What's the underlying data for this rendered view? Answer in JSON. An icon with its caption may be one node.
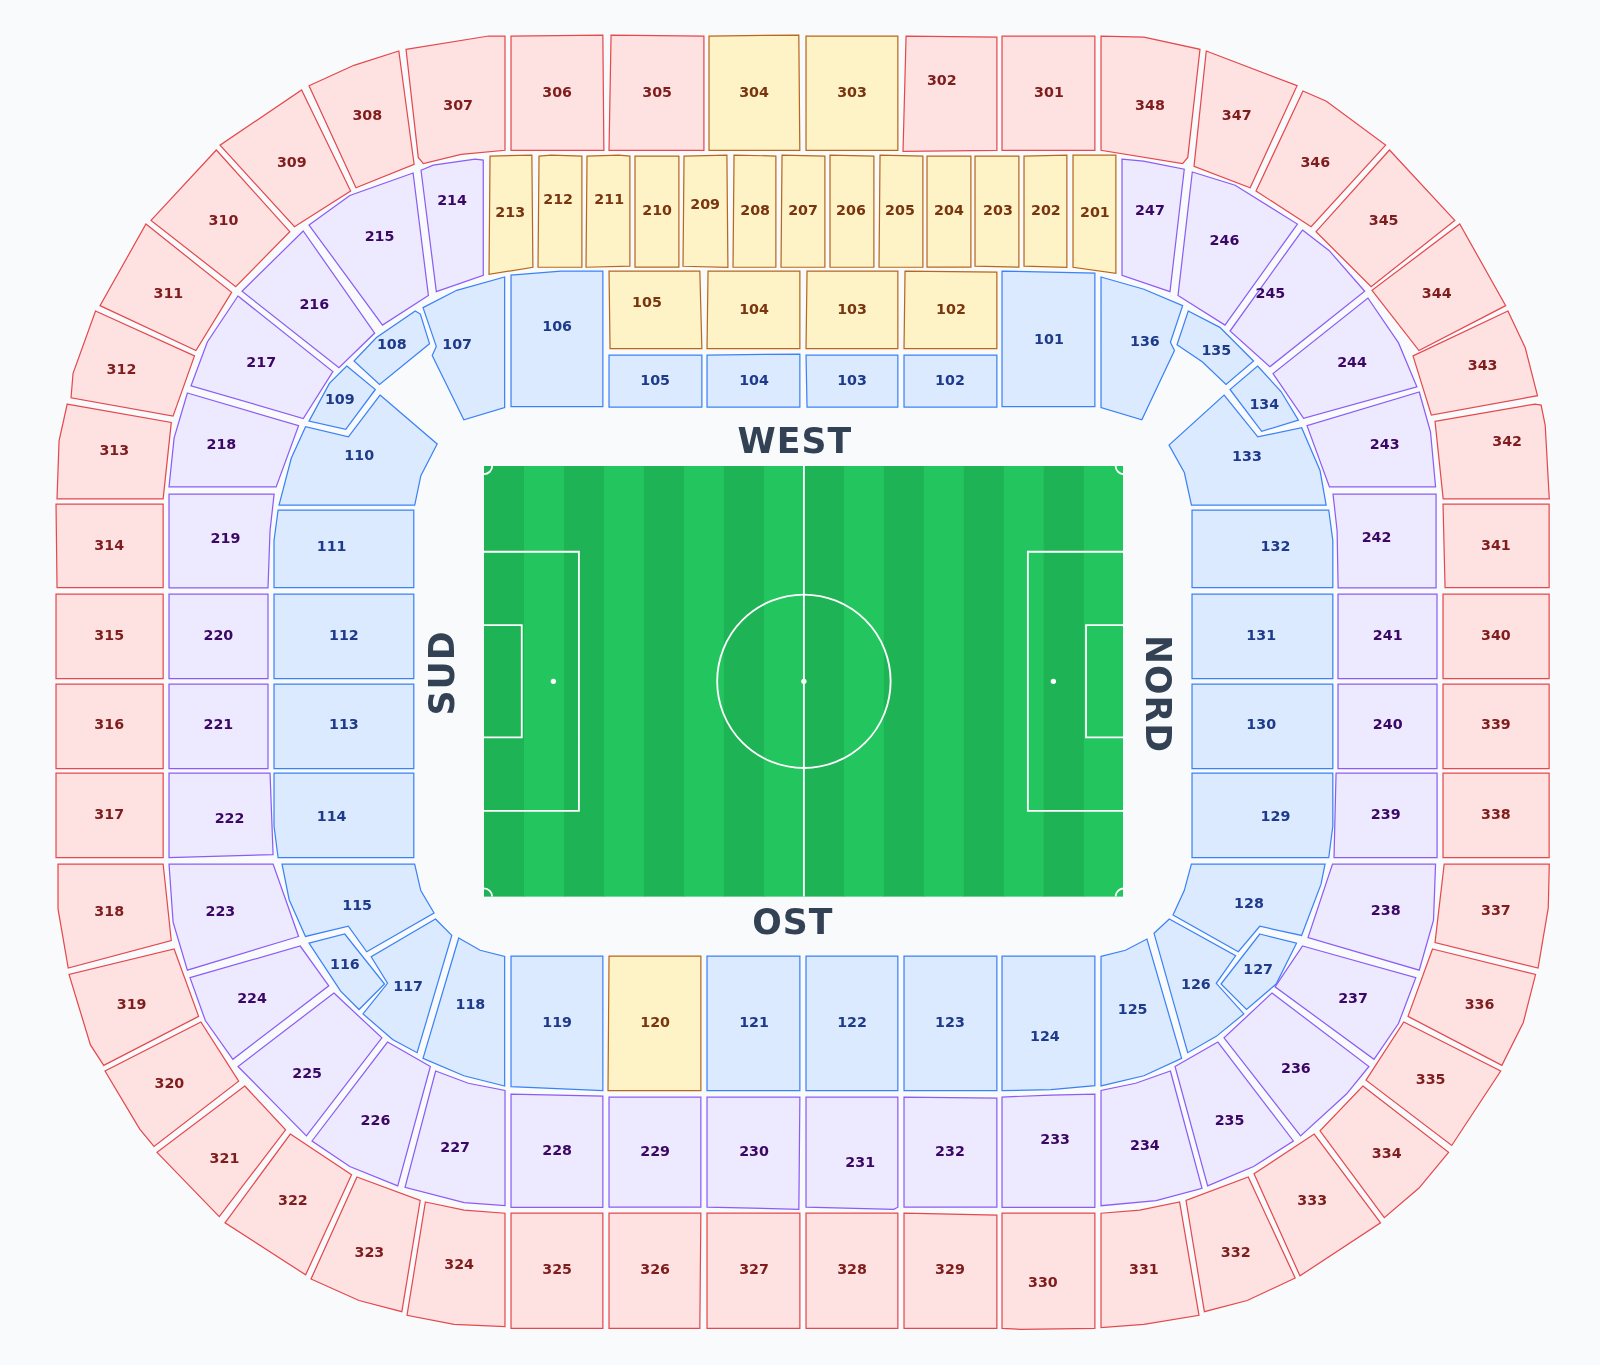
{
  "diagram": {
    "nodes": [
      {
        "text": [
          "101"
        ]
      },
      {
        "text": [
          "102"
        ]
      },
      {
        "text": [
          "102"
        ]
      },
      {
        "text": [
          "103"
        ]
      },
      {
        "text": [
          "103"
        ]
      },
      {
        "text": [
          "104"
        ]
      },
      {
        "text": [
          "104"
        ]
      },
      {
        "text": [
          "105"
        ]
      },
      {
        "text": [
          "105"
        ]
      },
      {
        "text": [
          "106"
        ]
      },
      {
        "text": [
          "107"
        ]
      },
      {
        "text": [
          "108"
        ]
      },
      {
        "text": [
          "109"
        ]
      },
      {
        "text": [
          "110"
        ]
      },
      {
        "text": [
          "111"
        ]
      },
      {
        "text": [
          "112"
        ]
      },
      {
        "text": [
          "113"
        ]
      },
      {
        "text": [
          "114"
        ]
      },
      {
        "text": [
          "115"
        ]
      },
      {
        "text": [
          "116"
        ]
      },
      {
        "text": [
          "117"
        ]
      },
      {
        "text": [
          "118"
        ]
      },
      {
        "text": [
          "119"
        ]
      },
      {
        "text": [
          "120"
        ]
      },
      {
        "text": [
          "121"
        ]
      },
      {
        "text": [
          "122"
        ]
      },
      {
        "text": [
          "123"
        ]
      },
      {
        "text": [
          "124"
        ]
      },
      {
        "text": [
          "125"
        ]
      },
      {
        "text": [
          "126"
        ]
      },
      {
        "text": [
          "127"
        ]
      },
      {
        "text": [
          "128"
        ]
      },
      {
        "text": [
          "129"
        ]
      },
      {
        "text": [
          "130"
        ]
      },
      {
        "text": [
          "131"
        ]
      },
      {
        "text": [
          "132"
        ]
      },
      {
        "text": [
          "133"
        ]
      },
      {
        "text": [
          "134"
        ]
      },
      {
        "text": [
          "135"
        ]
      },
      {
        "text": [
          "136"
        ]
      },
      {
        "text": [
          "201"
        ]
      },
      {
        "text": [
          "202"
        ]
      },
      {
        "text": [
          "203"
        ]
      },
      {
        "text": [
          "204"
        ]
      },
      {
        "text": [
          "205"
        ]
      },
      {
        "text": [
          "206"
        ]
      },
      {
        "text": [
          "207"
        ]
      },
      {
        "text": [
          "208"
        ]
      },
      {
        "text": [
          "209"
        ]
      },
      {
        "text": [
          "210"
        ]
      },
      {
        "text": [
          "211"
        ]
      },
      {
        "text": [
          "212"
        ]
      },
      {
        "text": [
          "213"
        ]
      },
      {
        "text": [
          "214"
        ]
      },
      {
        "text": [
          "215"
        ]
      },
      {
        "text": [
          "216"
        ]
      },
      {
        "text": [
          "217"
        ]
      },
      {
        "text": [
          "218"
        ]
      },
      {
        "text": [
          "219"
        ]
      },
      {
        "text": [
          "220"
        ]
      },
      {
        "text": [
          "221"
        ]
      },
      {
        "text": [
          "222"
        ]
      },
      {
        "text": [
          "223"
        ]
      },
      {
        "text": [
          "224"
        ]
      },
      {
        "text": [
          "225"
        ]
      },
      {
        "text": [
          "226"
        ]
      },
      {
        "text": [
          "227"
        ]
      },
      {
        "text": [
          "228"
        ]
      },
      {
        "text": [
          "229"
        ]
      },
      {
        "text": [
          "230"
        ]
      },
      {
        "text": [
          "231"
        ]
      },
      {
        "text": [
          "232"
        ]
      },
      {
        "text": [
          "233"
        ]
      },
      {
        "text": [
          "234"
        ]
      },
      {
        "text": [
          "235"
        ]
      },
      {
        "text": [
          "236"
        ]
      },
      {
        "text": [
          "237"
        ]
      },
      {
        "text": [
          "238"
        ]
      },
      {
        "text": [
          "239"
        ]
      },
      {
        "text": [
          "240"
        ]
      },
      {
        "text": [
          "241"
        ]
      },
      {
        "text": [
          "242"
        ]
      },
      {
        "text": [
          "243"
        ]
      },
      {
        "text": [
          "244"
        ]
      },
      {
        "text": [
          "245"
        ]
      },
      {
        "text": [
          "246"
        ]
      },
      {
        "text": [
          "247"
        ]
      },
      {
        "text": [
          "301"
        ]
      },
      {
        "text": [
          "302"
        ]
      },
      {
        "text": [
          "303"
        ]
      },
      {
        "text": [
          "304"
        ]
      },
      {
        "text": [
          "305"
        ]
      },
      {
        "text": [
          "306"
        ]
      },
      {
        "text": [
          "307"
        ]
      },
      {
        "text": [
          "308"
        ]
      },
      {
        "text": [
          "309"
        ]
      },
      {
        "text": [
          "310"
        ]
      },
      {
        "text": [
          "311"
        ]
      },
      {
        "text": [
          "312"
        ]
      },
      {
        "text": [
          "313"
        ]
      },
      {
        "text": [
          "314"
        ]
      },
      {
        "text": [
          "315"
        ]
      },
      {
        "text": [
          "316"
        ]
      },
      {
        "text": [
          "317"
        ]
      },
      {
        "text": [
          "318"
        ]
      },
      {
        "text": [
          "319"
        ]
      },
      {
        "text": [
          "320"
        ]
      },
      {
        "text": [
          "321"
        ]
      },
      {
        "text": [
          "322"
        ]
      },
      {
        "text": [
          "323"
        ]
      },
      {
        "text": [
          "324"
        ]
      },
      {
        "text": [
          "325"
        ]
      },
      {
        "text": [
          "326"
        ]
      },
      {
        "text": [
          "327"
        ]
      },
      {
        "text": [
          "328"
        ]
      },
      {
        "text": [
          "329"
        ]
      },
      {
        "text": [
          "330"
        ]
      },
      {
        "text": [
          "331"
        ]
      },
      {
        "text": [
          "332"
        ]
      },
      {
        "text": [
          "333"
        ]
      },
      {
        "text": [
          "334"
        ]
      },
      {
        "text": [
          "335"
        ]
      },
      {
        "text": [
          "336"
        ]
      },
      {
        "text": [
          "337"
        ]
      },
      {
        "text": [
          "338"
        ]
      },
      {
        "text": [
          "339"
        ]
      },
      {
        "text": [
          "340"
        ]
      },
      {
        "text": [
          "341"
        ]
      },
      {
        "text": [
          "342"
        ]
      },
      {
        "text": [
          "343"
        ]
      },
      {
        "text": [
          "344"
        ]
      },
      {
        "text": [
          "345"
        ]
      },
      {
        "text": [
          "346"
        ]
      },
      {
        "text": [
          "347"
        ]
      },
      {
        "text": [
          "348"
        ]
      }
    ],
    "labels": [
      "WEST",
      "SUD",
      "NORD",
      "OST"
    ]
  }
}
